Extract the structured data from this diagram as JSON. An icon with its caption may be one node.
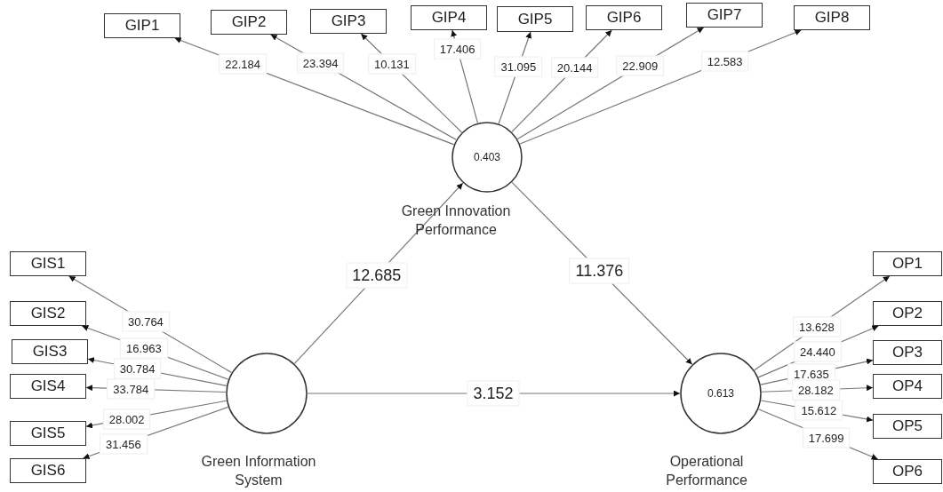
{
  "diagram": {
    "nodes": [
      {
        "text": [
          "GIP1"
        ]
      },
      {
        "text": [
          "GIP2"
        ]
      },
      {
        "text": [
          "GIP3"
        ]
      },
      {
        "text": [
          "GIP4"
        ]
      },
      {
        "text": [
          "GIP5"
        ]
      },
      {
        "text": [
          "GIP6"
        ]
      },
      {
        "text": [
          "GIP7"
        ]
      },
      {
        "text": [
          "GIP8"
        ]
      },
      {
        "text": [
          "0.403",
          "Green Innovation Performance"
        ]
      },
      {
        "text": [
          "GIS1"
        ]
      },
      {
        "text": [
          "GIS2"
        ]
      },
      {
        "text": [
          "GIS3"
        ]
      },
      {
        "text": [
          "GIS4"
        ]
      },
      {
        "text": [
          "GIS5"
        ]
      },
      {
        "text": [
          "GIS6"
        ]
      },
      {
        "text": [
          "Green Information System"
        ]
      },
      {
        "text": [
          "OP1"
        ]
      },
      {
        "text": [
          "OP2"
        ]
      },
      {
        "text": [
          "OP3"
        ]
      },
      {
        "text": [
          "OP4"
        ]
      },
      {
        "text": [
          "OP5"
        ]
      },
      {
        "text": [
          "OP6"
        ]
      },
      {
        "text": [
          "0.613",
          "Operational Performance"
        ]
      }
    ],
    "edges": [
      {
        "from": 8,
        "to": 0,
        "arrow": "to",
        "label": "22.184"
      },
      {
        "from": 8,
        "to": 1,
        "arrow": "to",
        "label": "23.394"
      },
      {
        "from": 8,
        "to": 2,
        "arrow": "to",
        "label": "10.131"
      },
      {
        "from": 8,
        "to": 3,
        "arrow": "to",
        "label": "17.406"
      },
      {
        "from": 8,
        "to": 4,
        "arrow": "to",
        "label": "31.095"
      },
      {
        "from": 8,
        "to": 5,
        "arrow": "to",
        "label": "20.144"
      },
      {
        "from": 8,
        "to": 6,
        "arrow": "to",
        "label": "22.909"
      },
      {
        "from": 8,
        "to": 7,
        "arrow": "to",
        "label": "12.583"
      },
      {
        "from": 15,
        "to": 9,
        "arrow": "to",
        "label": "30.764"
      },
      {
        "from": 15,
        "to": 10,
        "arrow": "to",
        "label": "16.963"
      },
      {
        "from": 15,
        "to": 11,
        "arrow": "to",
        "label": "30.784"
      },
      {
        "from": 15,
        "to": 12,
        "arrow": "to",
        "label": "33.784"
      },
      {
        "from": 15,
        "to": 13,
        "arrow": "to",
        "label": "28.002"
      },
      {
        "from": 15,
        "to": 14,
        "arrow": "to",
        "label": "31.456"
      },
      {
        "from": 22,
        "to": 16,
        "arrow": "to",
        "label": "13.628"
      },
      {
        "from": 22,
        "to": 17,
        "arrow": "to",
        "label": "24.440"
      },
      {
        "from": 22,
        "to": 18,
        "arrow": "to",
        "label": "17.635"
      },
      {
        "from": 22,
        "to": 19,
        "arrow": "to",
        "label": "28.182"
      },
      {
        "from": 22,
        "to": 20,
        "arrow": "to",
        "label": "15.612"
      },
      {
        "from": 22,
        "to": 21,
        "arrow": "to",
        "label": "17.699"
      },
      {
        "from": 15,
        "to": 8,
        "arrow": "to",
        "label": "12.685"
      },
      {
        "from": 8,
        "to": 22,
        "arrow": "to",
        "label": "11.376"
      },
      {
        "from": 15,
        "to": 22,
        "arrow": "to",
        "label": "3.152"
      }
    ]
  }
}
